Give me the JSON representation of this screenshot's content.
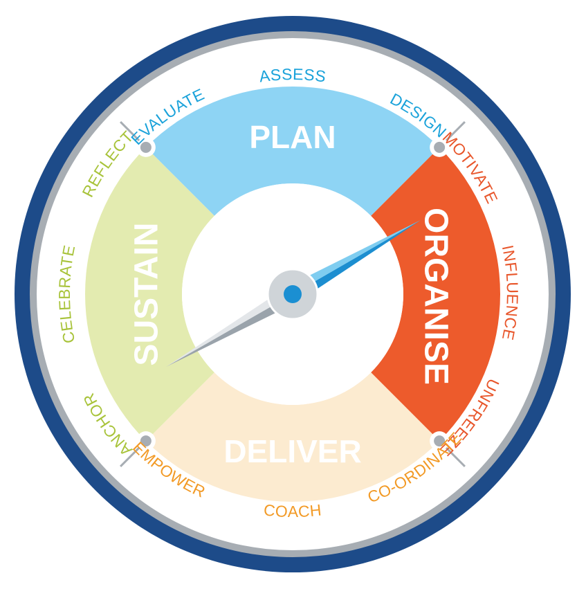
{
  "colors": {
    "outer_ring": "#1d4b89",
    "gray_ring": "#a7adb3",
    "plan": "#8ed4f4",
    "organise": "#ed5b2c",
    "deliver": "#fcebd0",
    "sustain": "#e3ebb0",
    "plan_text": "#1aa2da",
    "organise_text": "#e8562b",
    "deliver_text": "#f29a26",
    "sustain_text": "#a8c33a",
    "needle_blue": "#1c8ed0",
    "needle_blue_light": "#7fcdf0",
    "needle_gray": "#9aa3ab",
    "needle_gray_light": "#e3e6e9",
    "hub": "#cfd4d8",
    "hub_dot": "#1b8fd2"
  },
  "sectors": {
    "plan": "PLAN",
    "organise": "ORGANISE",
    "deliver": "DELIVER",
    "sustain": "SUSTAIN"
  },
  "steps": {
    "plan": [
      "EVALUATE",
      "ASSESS",
      "DESIGN"
    ],
    "organise": [
      "MOTIVATE",
      "INFLUENCE",
      "UNFREEZE"
    ],
    "deliver": [
      "CO-ORDINATE",
      "COACH",
      "EMPOWER"
    ],
    "sustain": [
      "ANCHOR",
      "CELEBRATE",
      "REFLECT"
    ]
  }
}
